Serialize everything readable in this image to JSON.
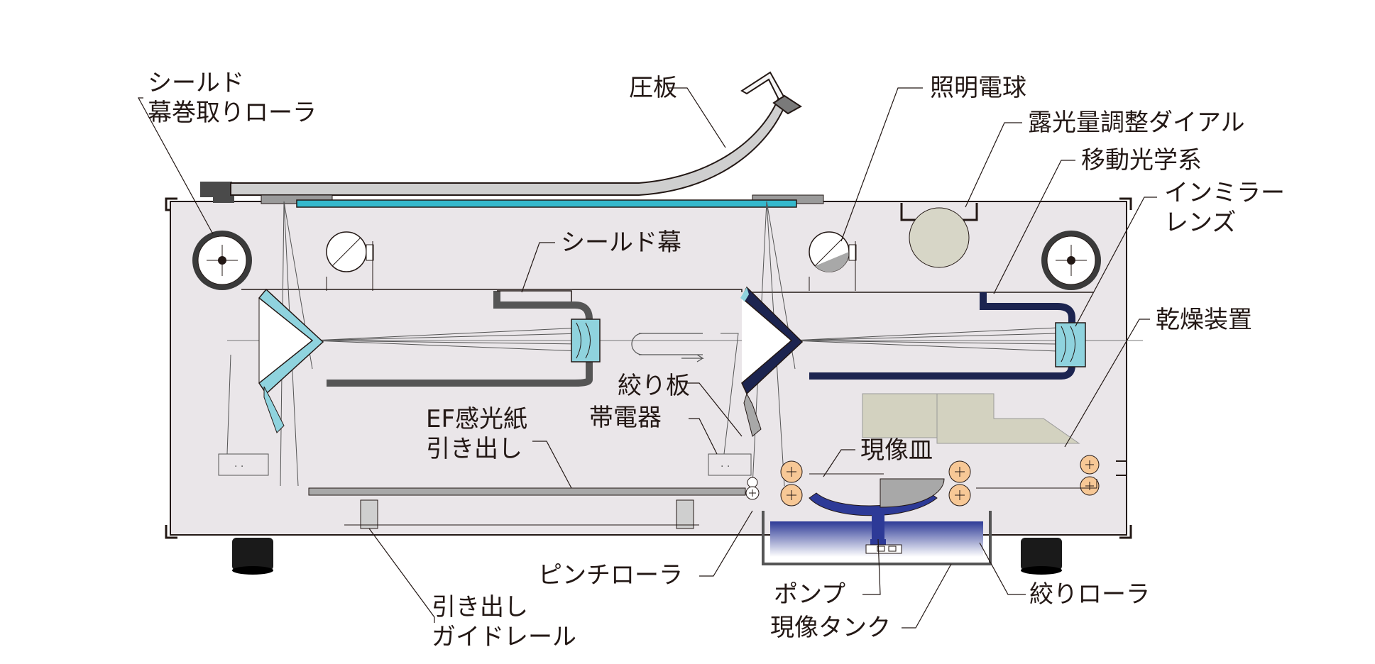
{
  "labels": {
    "shield_roller": {
      "line1": "シールド",
      "line2": "幕巻取りローラ"
    },
    "pressure_plate": "圧板",
    "lamp": "照明電球",
    "exposure_dial": "露光量調整ダイアル",
    "moving_optics": "移動光学系",
    "in_mirror_lens": {
      "line1": "インミラー",
      "line2": "レンズ"
    },
    "shield_curtain": "シールド幕",
    "dryer": "乾燥装置",
    "aperture_plate": "絞り板",
    "charger": "帯電器",
    "ef_paper_drawer": {
      "line1": "EF感光紙",
      "line2": "引き出し"
    },
    "dev_tray": "現像皿",
    "pinch_roller": "ピンチローラ",
    "drawer_guide_rail": {
      "line1": "引き出し",
      "line2": "ガイドレール"
    },
    "pump": "ポンプ",
    "dev_tank": "現像タンク",
    "squeeze_roller": "絞りローラ"
  },
  "colors": {
    "cabinet_fill": "#eae6e9",
    "outline": "#231815",
    "mirror_cyan": "#8fd3de",
    "glass_blue": "#35b8cc",
    "roller_orange": "#f7c896",
    "dark_navy": "#1c2450",
    "tank_blue": "#2d3a97",
    "dryer_fill": "#d3d2c0",
    "gray_panel": "#a8a8a8",
    "dial_fill": "#d7d6c7"
  }
}
